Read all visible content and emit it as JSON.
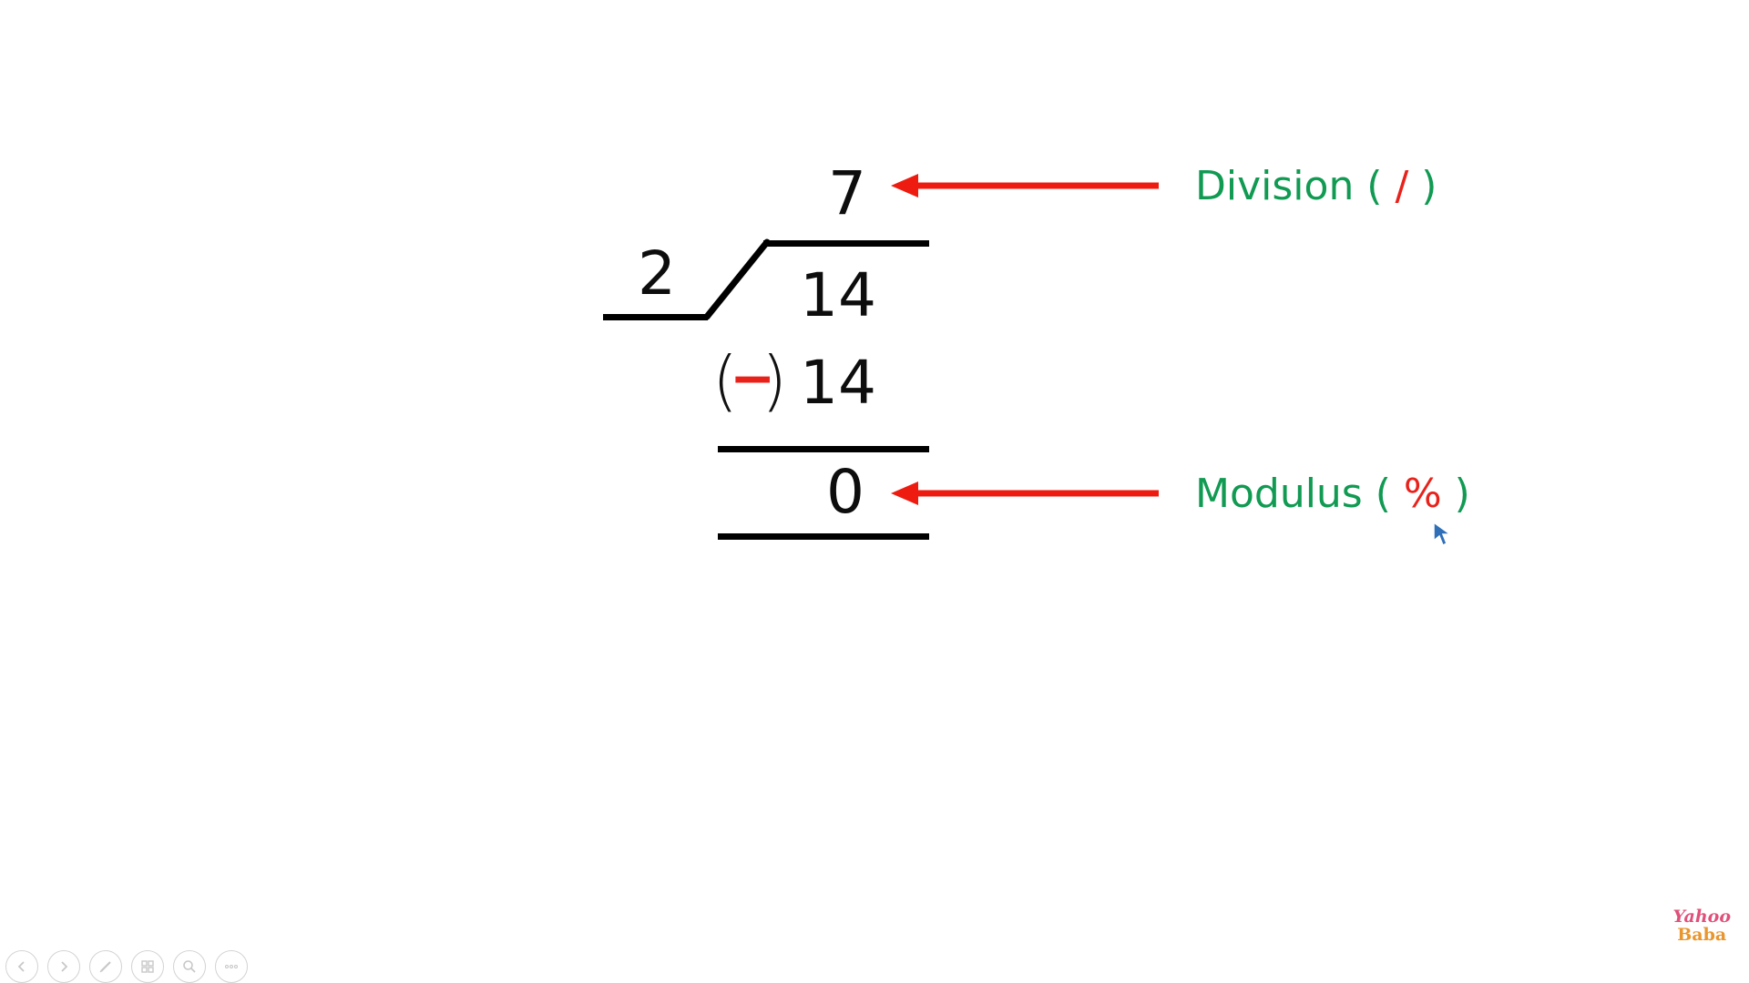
{
  "slide": {
    "quotient": "7",
    "divisor": "2",
    "dividend": "14",
    "subtracted": "14",
    "subtract_sign": "−",
    "remainder": "0",
    "division_label": {
      "prefix": "Division ( ",
      "operator": "/",
      "suffix": " )"
    },
    "modulus_label": {
      "prefix": "Modulus ( ",
      "operator": "%",
      "suffix": " )"
    }
  },
  "colors": {
    "label_green": "#109a52",
    "operator_red": "#e8221b",
    "arrow_red": "#ee1c10",
    "ink": "#0d0d0d"
  },
  "toolbar": {
    "buttons": [
      {
        "name": "previous-slide",
        "icon": "chevron-left-icon"
      },
      {
        "name": "next-slide",
        "icon": "chevron-right-icon"
      },
      {
        "name": "pen",
        "icon": "pen-icon"
      },
      {
        "name": "see-all-slides",
        "icon": "slides-grid-icon"
      },
      {
        "name": "zoom",
        "icon": "magnifier-icon"
      },
      {
        "name": "more-options",
        "icon": "more-icon"
      }
    ]
  },
  "watermark": {
    "line1": "Yahoo",
    "line2": "Baba"
  }
}
